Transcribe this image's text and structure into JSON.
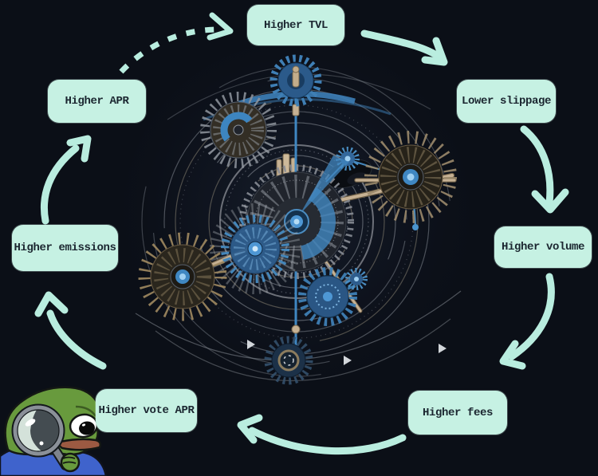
{
  "page": {
    "background_color": "#0b0f17",
    "accent_color": "#c6f1e3",
    "arrow_color": "#b9eddf",
    "node_text_color": "#1b2630"
  },
  "diagram": {
    "kind": "flywheel-cycle",
    "nodes": [
      {
        "id": "higher-tvl",
        "label": "Higher TVL"
      },
      {
        "id": "lower-slippage",
        "label": "Lower slippage"
      },
      {
        "id": "higher-volume",
        "label": "Higher volume"
      },
      {
        "id": "higher-fees",
        "label": "Higher fees"
      },
      {
        "id": "higher-vote-apr",
        "label": "Higher vote APR"
      },
      {
        "id": "higher-emissions",
        "label": "Higher emissions"
      },
      {
        "id": "higher-apr",
        "label": "Higher APR"
      }
    ],
    "edges": [
      {
        "from": "Higher TVL",
        "to": "Lower slippage",
        "style": "solid"
      },
      {
        "from": "Lower slippage",
        "to": "Higher volume",
        "style": "solid"
      },
      {
        "from": "Higher volume",
        "to": "Higher fees",
        "style": "solid"
      },
      {
        "from": "Higher fees",
        "to": "Higher vote APR",
        "style": "solid"
      },
      {
        "from": "Higher vote APR",
        "to": "Higher emissions",
        "style": "solid"
      },
      {
        "from": "Higher emissions",
        "to": "Higher APR",
        "style": "solid"
      },
      {
        "from": "Higher APR",
        "to": "Higher TVL",
        "style": "dashed"
      }
    ],
    "center_illustration": "clockwork-orrery-gears",
    "mascot": "pepe-with-magnifying-glass"
  }
}
